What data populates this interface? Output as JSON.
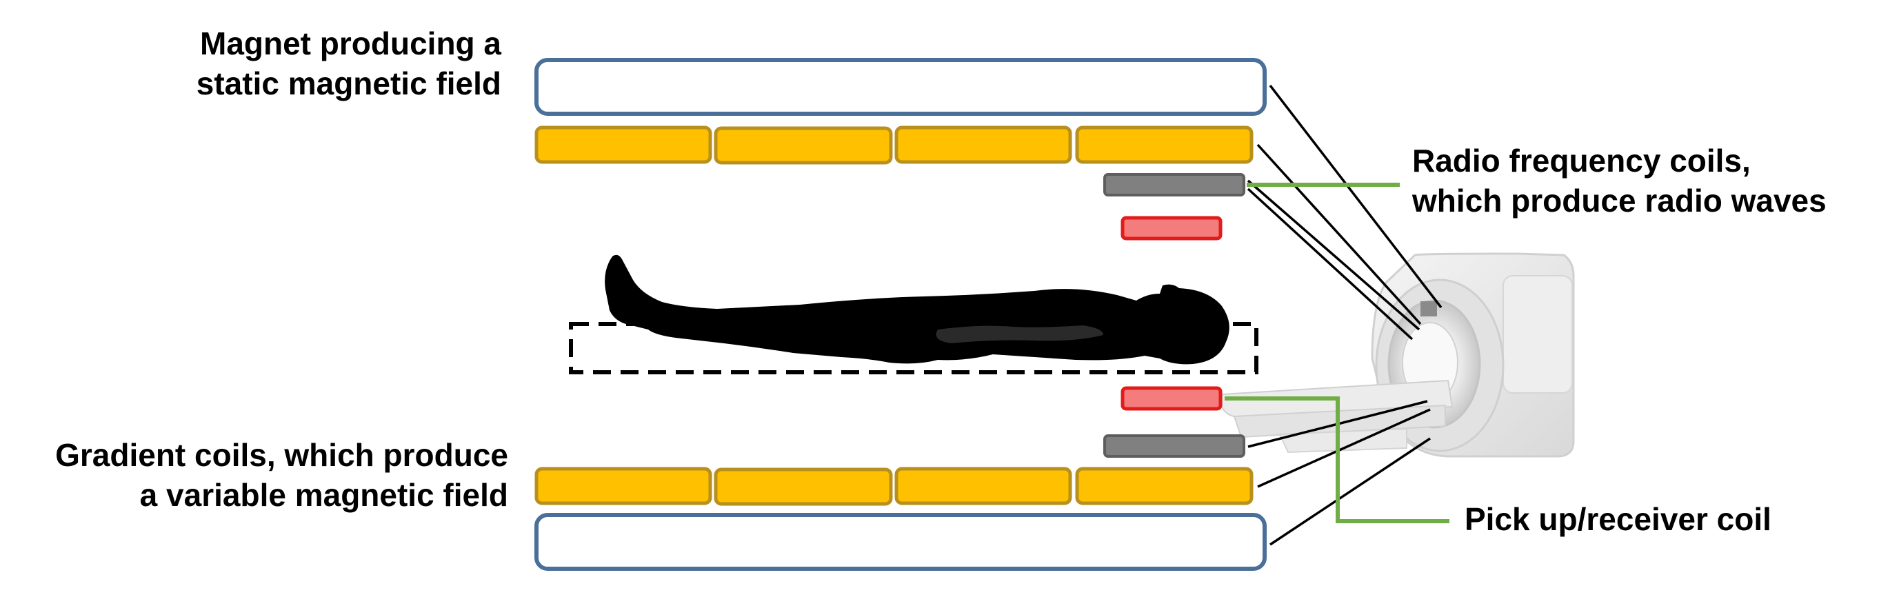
{
  "labels": {
    "magnet": {
      "line1": "Magnet producing a",
      "line2": "static magnetic field"
    },
    "rf_coils": {
      "line1": "Radio frequency coils,",
      "line2": "which produce radio waves"
    },
    "gradient": {
      "line1": "Gradient coils, which produce",
      "line2": "a variable magnetic field"
    },
    "pickup": {
      "line1": "Pick up/receiver coil"
    }
  },
  "colors": {
    "magnet_outline": "#4a6f99",
    "gradient_fill": "#ffc000",
    "gradient_outline": "#b8901e",
    "rf_fill": "#808080",
    "rf_outline": "#5e5e5e",
    "pickup_fill": "#f47c7c",
    "pickup_outline": "#e21b1b",
    "leader_green": "#70ad47",
    "leader_black": "#000000",
    "body": "#000000"
  }
}
